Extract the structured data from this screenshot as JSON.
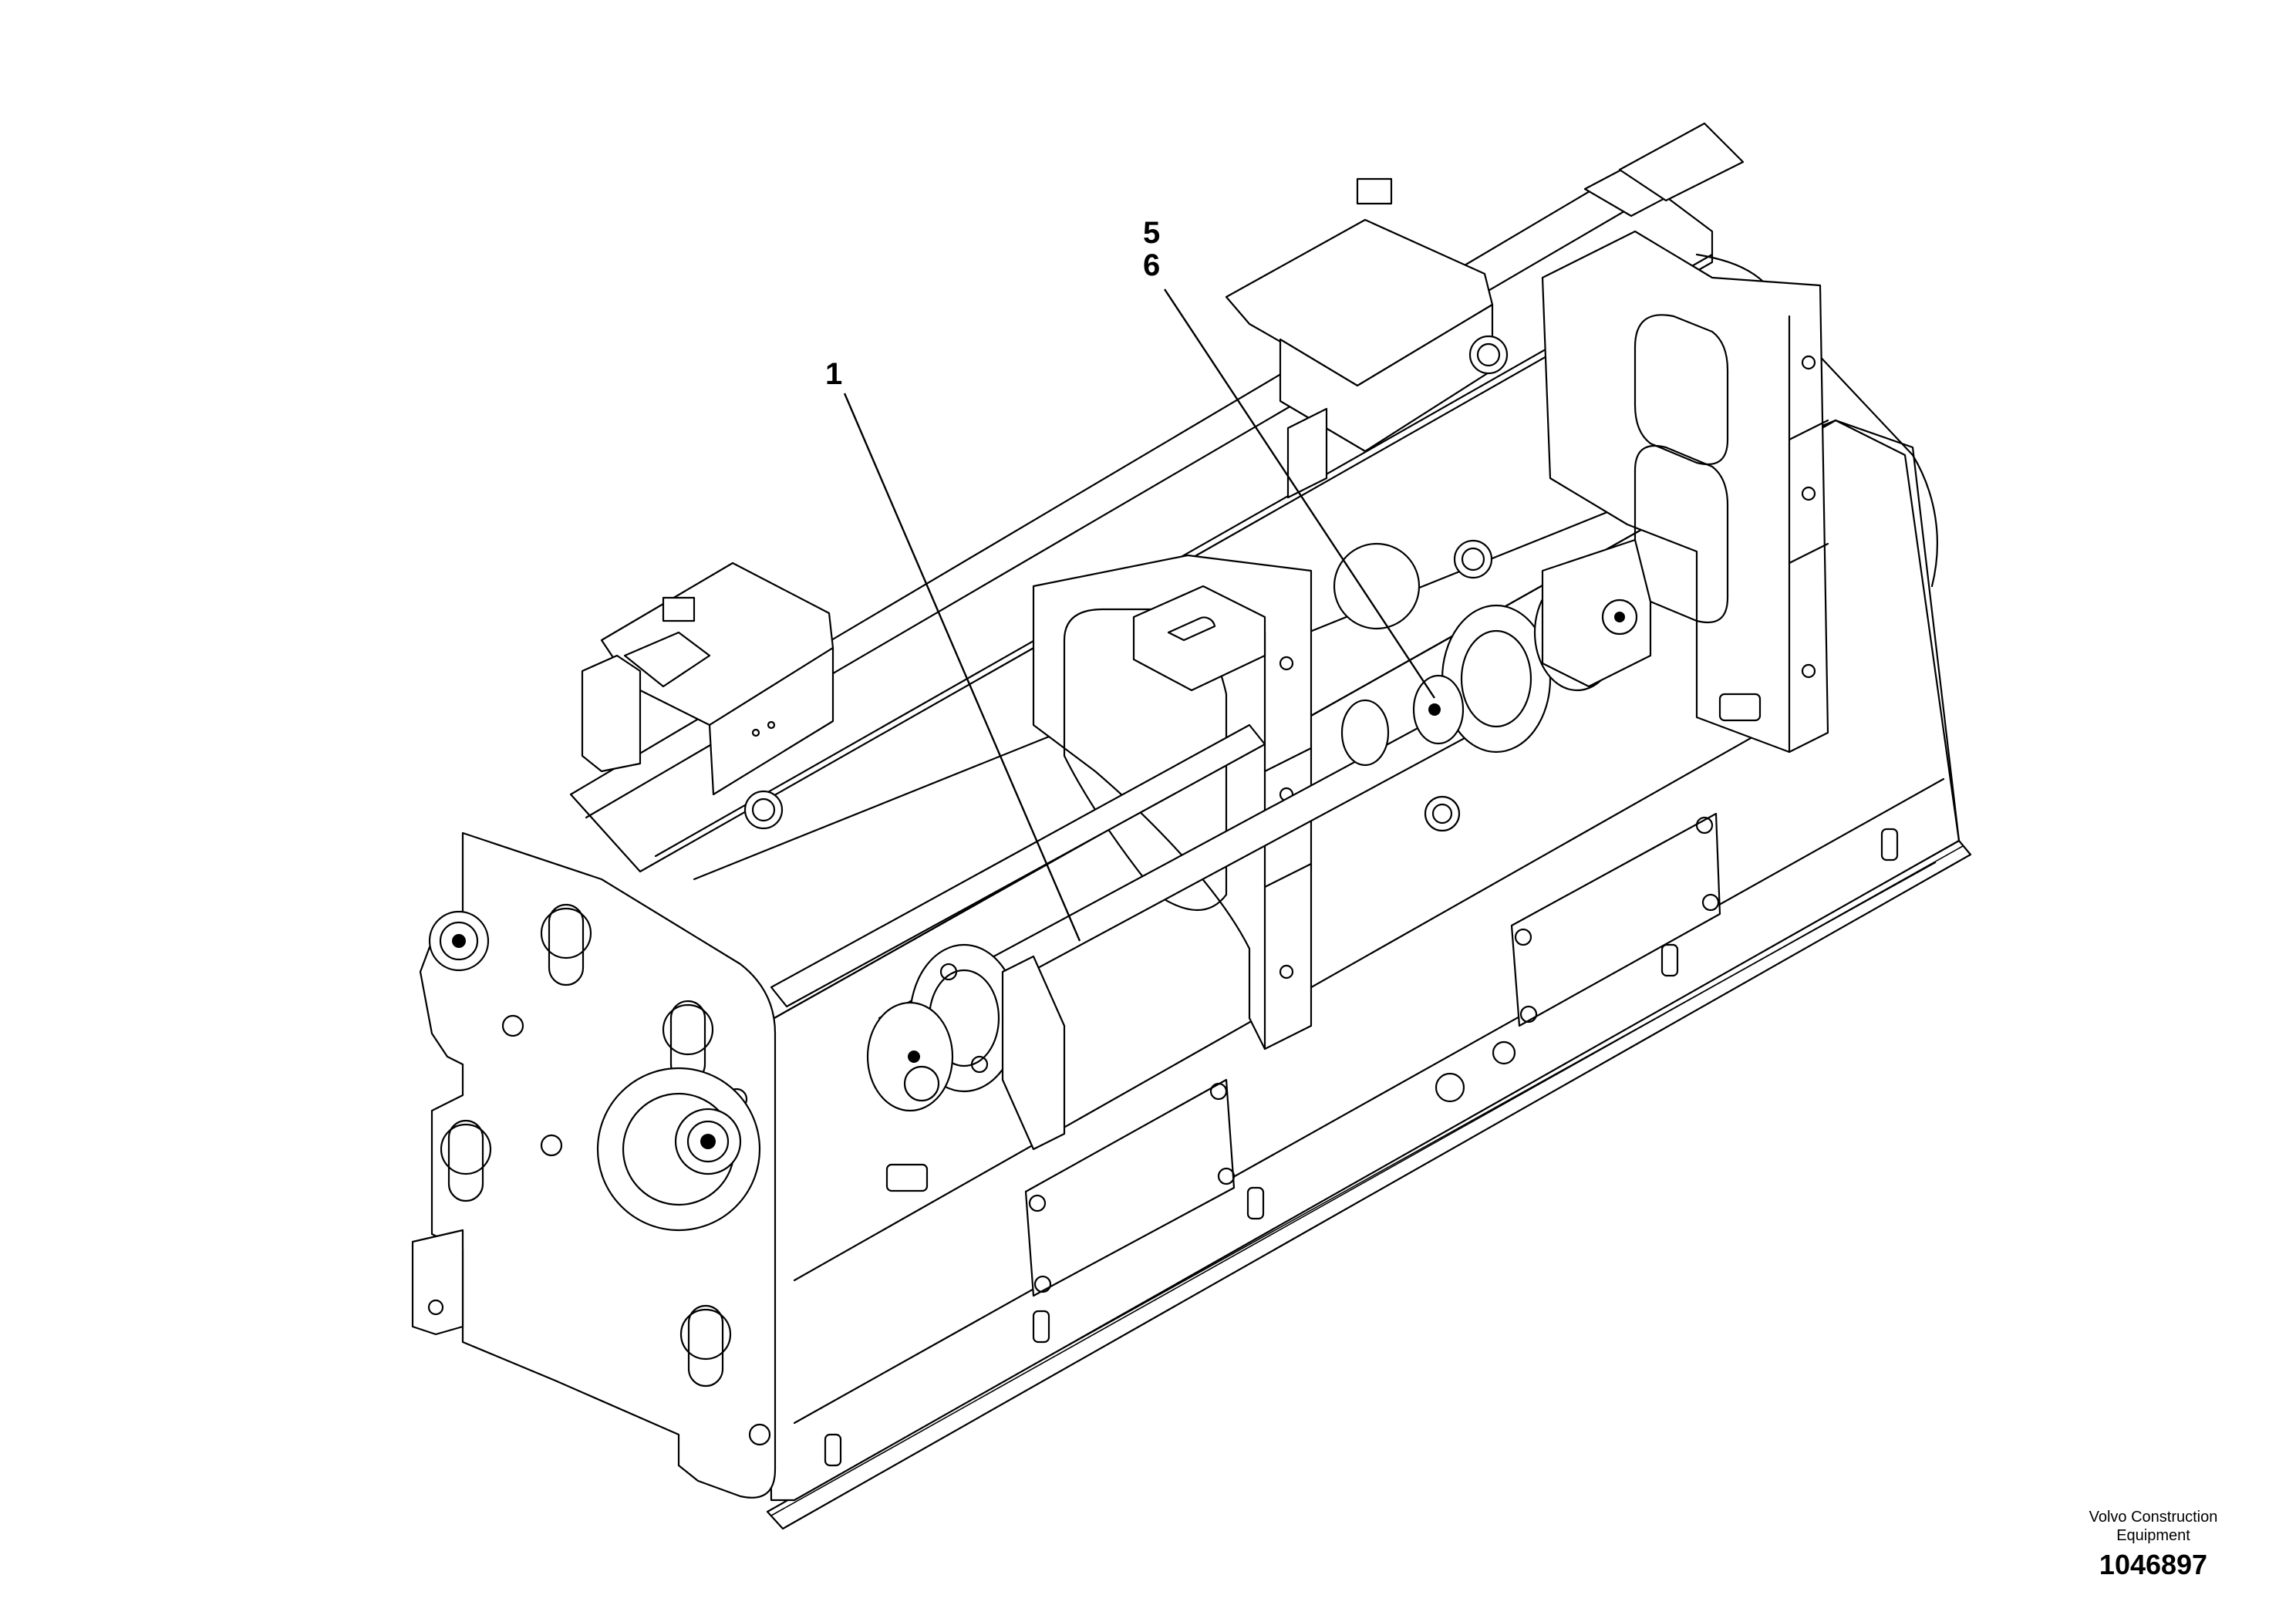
{
  "callouts": {
    "c1": "1",
    "c5": "5",
    "c6": "6"
  },
  "credit": {
    "line1": "Volvo Construction",
    "line2": "Equipment",
    "number": "1046897"
  }
}
